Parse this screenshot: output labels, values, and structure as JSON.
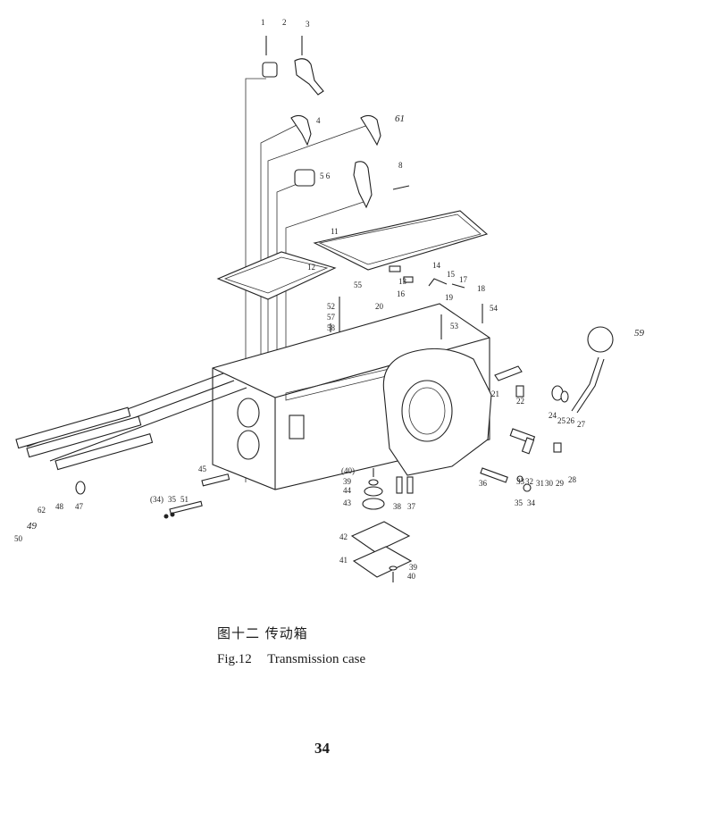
{
  "figure": {
    "caption_cn": "图十二  传动箱",
    "caption_en_fig": "Fig.12",
    "caption_en_title": "Transmission case",
    "part_labels": [
      "1",
      "2",
      "3",
      "4",
      "61",
      "5",
      "6",
      "8",
      "11",
      "12",
      "55",
      "14",
      "15",
      "17",
      "13",
      "16",
      "18",
      "19",
      "52",
      "20",
      "54",
      "57",
      "58",
      "53",
      "59",
      "21",
      "22",
      "24",
      "25",
      "26",
      "27",
      "45",
      "36",
      "33",
      "32",
      "31",
      "30",
      "29",
      "28",
      "35",
      "34",
      "40",
      "39",
      "44",
      "43",
      "38",
      "37",
      "42",
      "41",
      "39",
      "40",
      "50",
      "49",
      "62",
      "48",
      "47",
      "34",
      "35",
      "51"
    ]
  },
  "page_number": "34"
}
